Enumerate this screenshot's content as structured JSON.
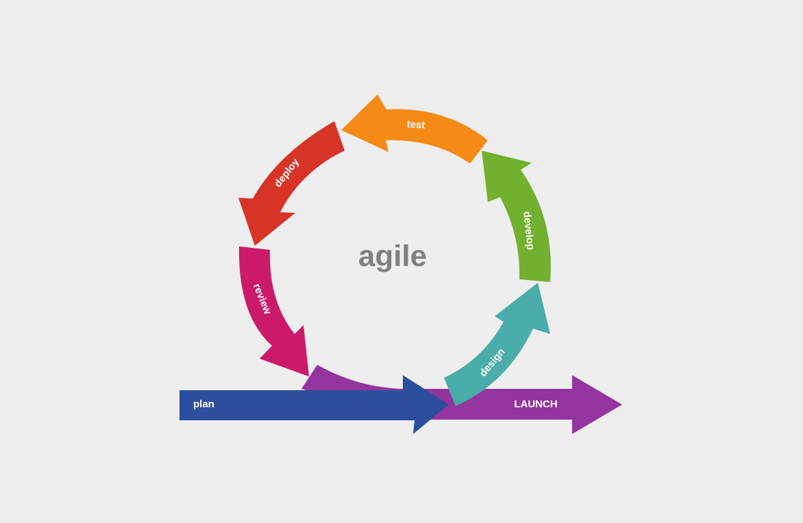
{
  "diagram": {
    "center_label": "agile",
    "stages": [
      {
        "key": "plan",
        "label": "plan",
        "color": "#2b4f9d"
      },
      {
        "key": "design",
        "label": "design",
        "color": "#4aadaa"
      },
      {
        "key": "develop",
        "label": "develop",
        "color": "#72b02f"
      },
      {
        "key": "test",
        "label": "test",
        "color": "#f58a16"
      },
      {
        "key": "deploy",
        "label": "deploy",
        "color": "#d73427"
      },
      {
        "key": "review",
        "label": "review",
        "color": "#cc1a6a"
      },
      {
        "key": "launch",
        "label": "LAUNCH",
        "color": "#94359f"
      }
    ],
    "background": "#eeeeee",
    "center_color": "#808080",
    "label_color": "#ffffff"
  }
}
